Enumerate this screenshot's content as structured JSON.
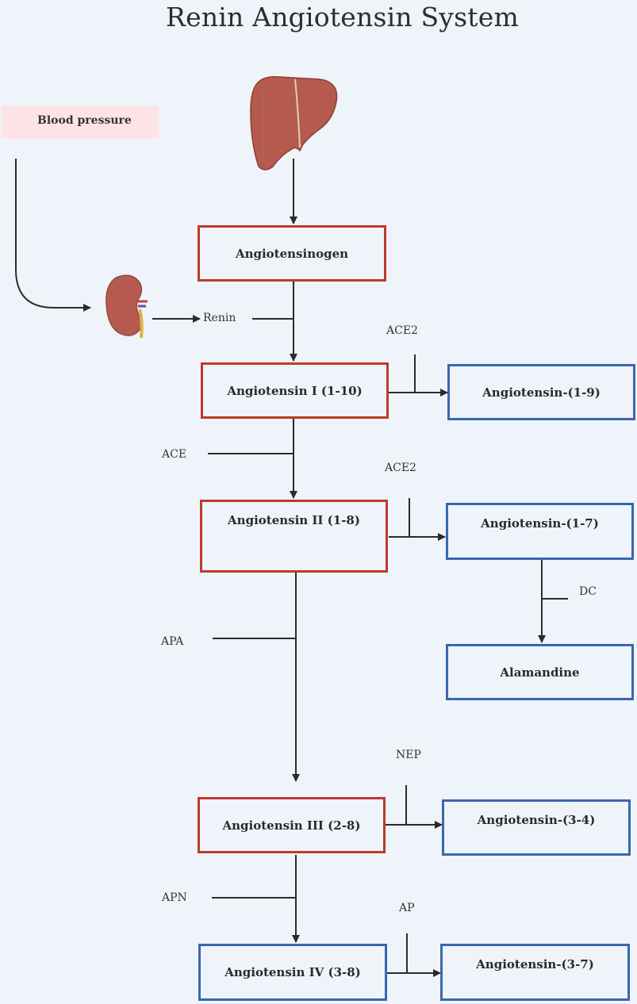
{
  "title": "Renin Angiotensin System",
  "trigger": {
    "label": "Blood pressure",
    "direction": "down"
  },
  "organs": {
    "liver": "liver-icon",
    "kidney": "kidney-icon"
  },
  "nodes": {
    "angiotensinogen": "Angiotensinogen",
    "ang_i": "Angiotensin I (1-10)",
    "ang_1_9": "Angiotensin-(1-9)",
    "ang_ii": "Angiotensin II (1-8)",
    "ang_1_7": "Angiotensin-(1-7)",
    "alamandine": "Alamandine",
    "ang_iii": "Angiotensin III (2-8)",
    "ang_3_4": "Angiotensin-(3-4)",
    "ang_iv": "Angiotensin IV (3-8)",
    "ang_3_7": "Angiotensin-(3-7)"
  },
  "enzymes": {
    "renin": "Renin",
    "ace2_a": "ACE2",
    "ace": "ACE",
    "ace2_b": "ACE2",
    "dc": "DC",
    "apa": "APA",
    "nep": "NEP",
    "apn": "APN",
    "ap": "AP"
  },
  "colors": {
    "red_box": "#c0392b",
    "blue_box": "#3a67ad",
    "background": "#eef4f9",
    "badge": "#fde3e6",
    "arrow_down": "#d9534f"
  }
}
